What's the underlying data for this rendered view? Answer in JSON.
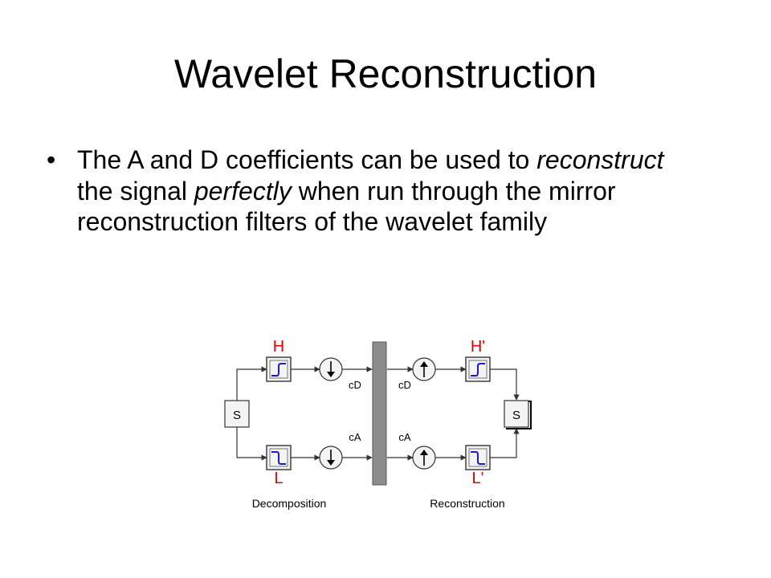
{
  "slide": {
    "title": "Wavelet Reconstruction",
    "bullet_symbol": "•",
    "bullet": {
      "part1": "The A and D coefficients can be used to ",
      "emph1": "reconstruct",
      "part2": " the signal ",
      "emph2": "perfectly",
      "part3": " when run through the mirror reconstruction filters of the wavelet family"
    }
  },
  "diagram": {
    "input_label": "S",
    "output_label": "S",
    "high_filter_label": "H",
    "low_filter_label": "L",
    "high_recon_label": "H'",
    "low_recon_label": "L'",
    "detail_coeff_left": "cD",
    "approx_coeff_left": "cA",
    "detail_coeff_right": "cD",
    "approx_coeff_right": "cA",
    "decomposition_caption": "Decomposition",
    "reconstruction_caption": "Reconstruction",
    "colors": {
      "filter_label": "#e00000",
      "filter_curve": "#1a1ad0",
      "divider_bar": "#8c8c8c",
      "box_fill": "#f4f4f4",
      "line": "#333333"
    }
  }
}
